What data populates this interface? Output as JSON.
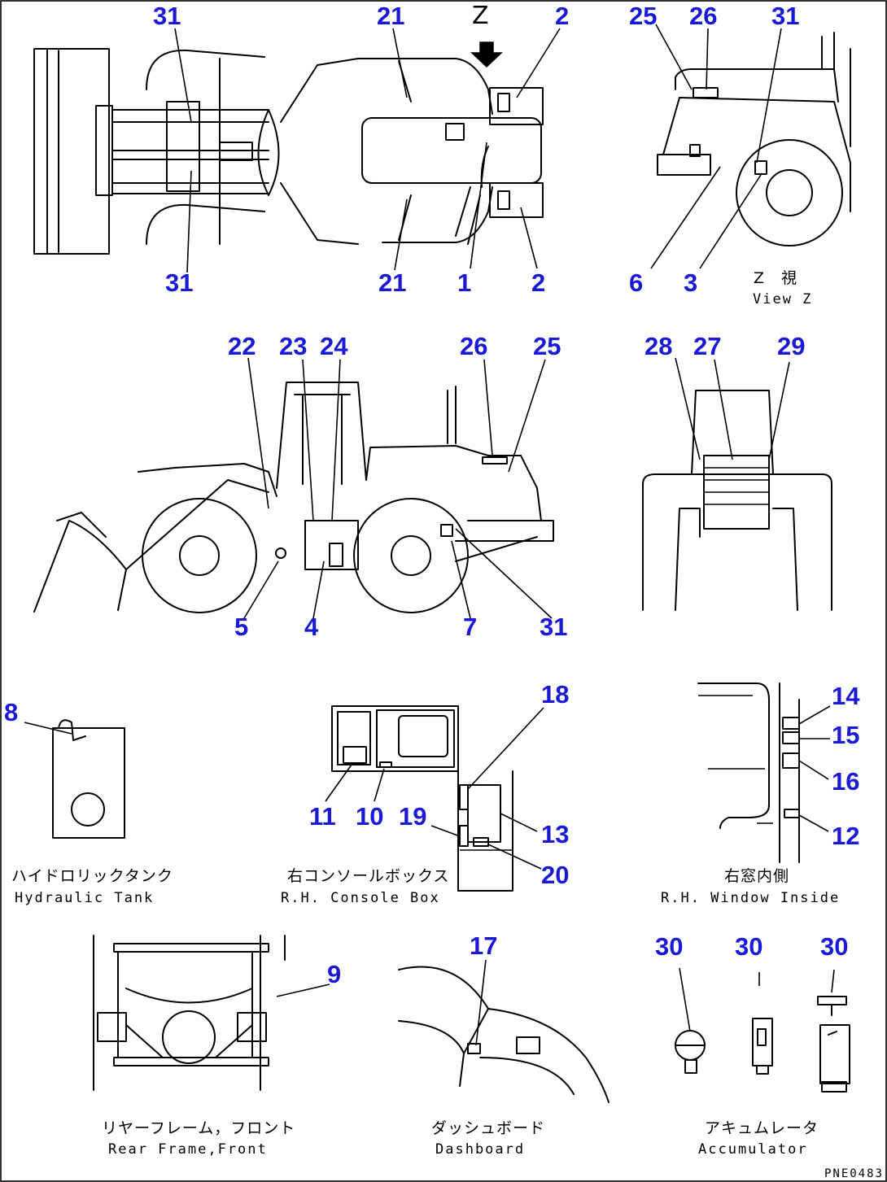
{
  "z_label": "Z",
  "part_numbers": [
    {
      "id": "n31a",
      "text": "31"
    },
    {
      "id": "n21a",
      "text": "21"
    },
    {
      "id": "n2a",
      "text": "2"
    },
    {
      "id": "n31b",
      "text": "31"
    },
    {
      "id": "n21b",
      "text": "21"
    },
    {
      "id": "n1",
      "text": "1"
    },
    {
      "id": "n2b",
      "text": "2"
    },
    {
      "id": "n25a",
      "text": "25"
    },
    {
      "id": "n26a",
      "text": "26"
    },
    {
      "id": "n31c",
      "text": "31"
    },
    {
      "id": "n6",
      "text": "6"
    },
    {
      "id": "n3",
      "text": "3"
    },
    {
      "id": "n22",
      "text": "22"
    },
    {
      "id": "n23",
      "text": "23"
    },
    {
      "id": "n24",
      "text": "24"
    },
    {
      "id": "n26b",
      "text": "26"
    },
    {
      "id": "n25b",
      "text": "25"
    },
    {
      "id": "n5",
      "text": "5"
    },
    {
      "id": "n4",
      "text": "4"
    },
    {
      "id": "n7",
      "text": "7"
    },
    {
      "id": "n31d",
      "text": "31"
    },
    {
      "id": "n28",
      "text": "28"
    },
    {
      "id": "n27",
      "text": "27"
    },
    {
      "id": "n29",
      "text": "29"
    },
    {
      "id": "n8",
      "text": "8"
    },
    {
      "id": "n18",
      "text": "18"
    },
    {
      "id": "n11",
      "text": "11"
    },
    {
      "id": "n10",
      "text": "10"
    },
    {
      "id": "n19",
      "text": "19"
    },
    {
      "id": "n13",
      "text": "13"
    },
    {
      "id": "n20",
      "text": "20"
    },
    {
      "id": "n14",
      "text": "14"
    },
    {
      "id": "n15",
      "text": "15"
    },
    {
      "id": "n16",
      "text": "16"
    },
    {
      "id": "n12",
      "text": "12"
    },
    {
      "id": "n9",
      "text": "9"
    },
    {
      "id": "n17",
      "text": "17"
    },
    {
      "id": "n30a",
      "text": "30"
    },
    {
      "id": "n30b",
      "text": "30"
    },
    {
      "id": "n30c",
      "text": "30"
    }
  ],
  "captions": {
    "view_z_jp": "Z　視",
    "view_z_en": "View Z",
    "hyd_jp": "ハイドロリックタンク",
    "hyd_en": "Hydraulic Tank",
    "console_jp": "右コンソールボックス",
    "console_en": "R.H. Console Box",
    "window_jp": "右窓内側",
    "window_en": "R.H. Window Inside",
    "rear_jp": "リヤーフレーム，フロント",
    "rear_en": "Rear Frame,Front",
    "dash_jp": "ダッシュボード",
    "dash_en": "Dashboard",
    "accum_jp": "アキュムレータ",
    "accum_en": "Accumulator"
  },
  "drawing_code": "PNE0483",
  "colors": {
    "label": "#1a1ad6",
    "line": "#000000"
  }
}
